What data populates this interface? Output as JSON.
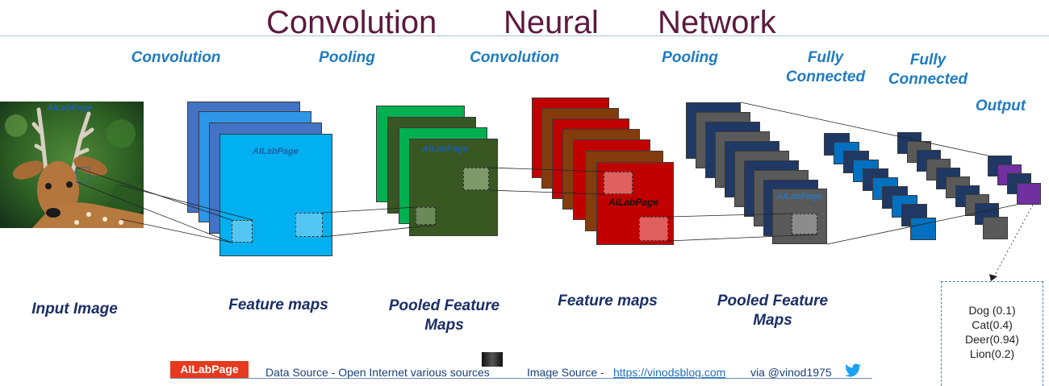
{
  "title_words": [
    "Convolution",
    "Neural",
    "Network"
  ],
  "stages": {
    "conv1": "Convolution",
    "pool1": "Pooling",
    "conv2": "Convolution",
    "pool2": "Pooling",
    "fc1": "Fully Connected",
    "fc2": "Fully Connected",
    "output": "Output"
  },
  "bottom_labels": {
    "input": "Input Image",
    "fmap1": "Feature maps",
    "pooled1": "Pooled Feature Maps",
    "fmap2": "Feature maps",
    "pooled2": "Pooled Feature Maps"
  },
  "watermark": "AILabPage",
  "outputs": [
    "Dog (0.1)",
    "Cat(0.4)",
    "Deer(0.94)",
    "Lion(0.2)"
  ],
  "footer": {
    "badge": "AILabPage",
    "data_source": "Data Source -  Open Internet  various sources",
    "image_source_label": "Image Source - ",
    "image_source_link": "https://vinodsblog.com",
    "via": "via  @vinod1975"
  },
  "colors": {
    "title": "#5c1a3e",
    "stage_label": "#1f7bc1",
    "bottom_label": "#1a2e66",
    "conv1_maps": "#00b0f0",
    "pool1_maps": "#00b050",
    "conv2_maps": "#c00000",
    "fc_blue": "#0070c0",
    "output_purple": "#7030a0",
    "badge": "#e53a1e"
  }
}
